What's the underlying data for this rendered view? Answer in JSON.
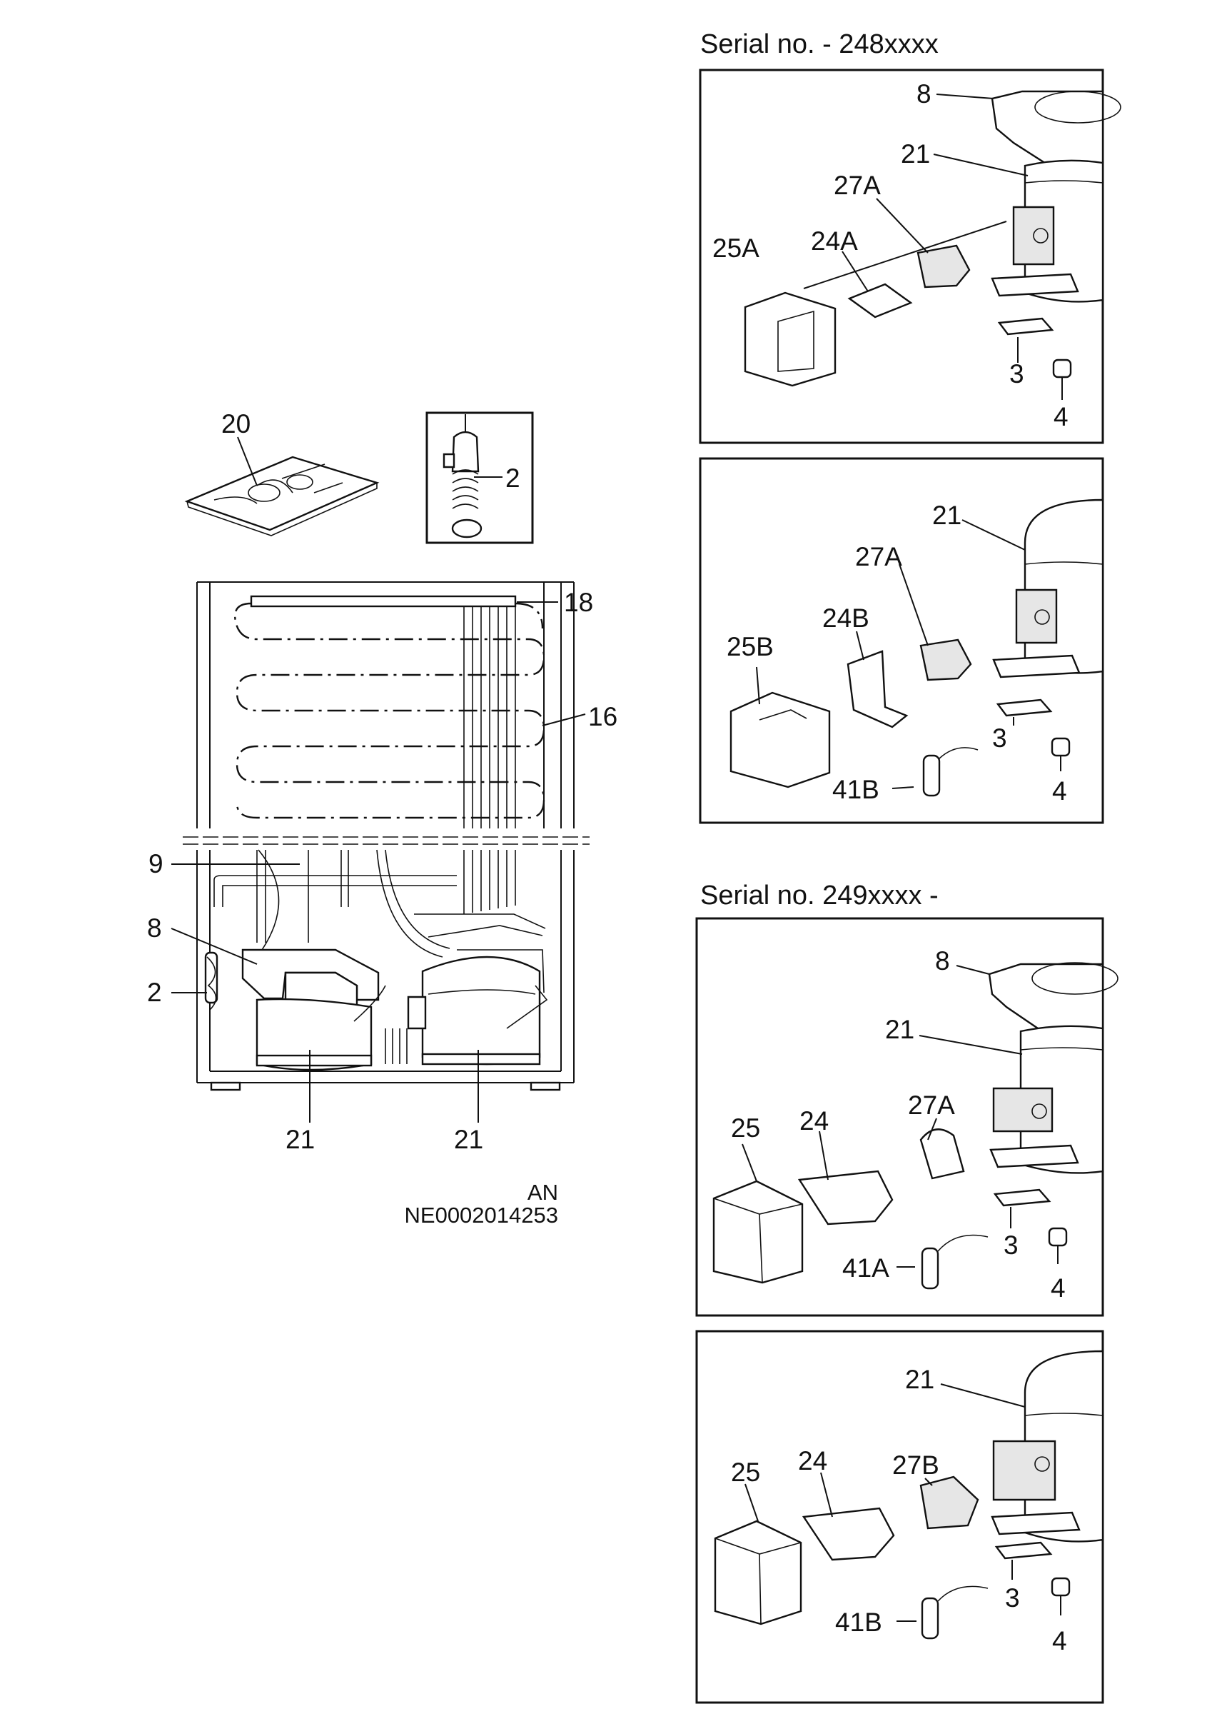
{
  "headers": {
    "serial_top": "Serial no. - 248xxxx",
    "serial_bottom": "Serial no. 249xxxx -"
  },
  "document_code": {
    "line1": "AN",
    "line2": "NE0002014253"
  },
  "main_view": {
    "labels": {
      "l20": "20",
      "l2_inset": "2",
      "l18": "18",
      "l16": "16",
      "l9": "9",
      "l8": "8",
      "l2": "2",
      "l21a": "21",
      "l21b": "21"
    }
  },
  "panels": [
    {
      "labels": [
        "8",
        "21",
        "27A",
        "25A",
        "24A",
        "3",
        "4"
      ]
    },
    {
      "labels": [
        "21",
        "27A",
        "24B",
        "25B",
        "3",
        "4",
        "41B"
      ]
    },
    {
      "labels": [
        "8",
        "21",
        "27A",
        "25",
        "24",
        "3",
        "41A",
        "4"
      ]
    },
    {
      "labels": [
        "21",
        "27B",
        "25",
        "24",
        "3",
        "41B",
        "4"
      ]
    }
  ]
}
